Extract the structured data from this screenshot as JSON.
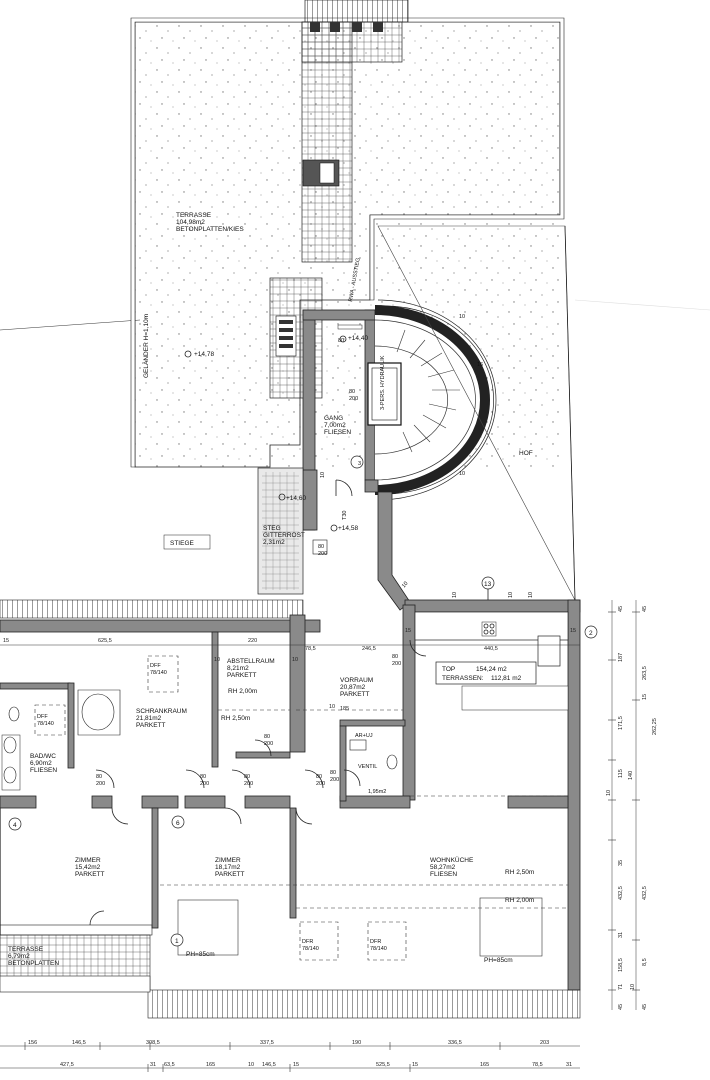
{
  "rooms": {
    "terrasse_top": {
      "name": "TERRASSE",
      "area": "104,98m2",
      "finish": "BETONPLATTEN/KIES"
    },
    "gelaender": "GELÄNDER H=1,10m",
    "ausstieg": "RWA - AUSSTIEG",
    "level_terrace": "+14,78",
    "level_gang": "+14,40",
    "level_steg": "+14,60",
    "level_steg2": "+14,58",
    "gang": {
      "name": "GANG",
      "area": "7,00m2",
      "finish": "FLIESEN"
    },
    "hydraulik": "3-PERS. HYDRAULIK",
    "hof": "HOF",
    "stiege": "STIEGE",
    "steg": {
      "name": "STEG",
      "finish": "GITTERROST",
      "area": "2,31m2"
    },
    "abstellraum": {
      "name": "ABSTELLRAUM",
      "area": "8,21m2",
      "finish": "PARKETT"
    },
    "schrankraum": {
      "name": "SCHRANKRAUM",
      "area": "21,81m2",
      "finish": "PARKETT"
    },
    "vorraum": {
      "name": "VORRAUM",
      "area": "20,87m2",
      "finish": "PARKETT"
    },
    "bad": {
      "name": "BAD/WC",
      "area": "6,90m2",
      "finish": "FLIESEN"
    },
    "zimmer1": {
      "name": "ZIMMER",
      "area": "15,42m2",
      "finish": "PARKETT"
    },
    "zimmer2": {
      "name": "ZIMMER",
      "area": "18,17m2",
      "finish": "PARKETT"
    },
    "wohnkueche": {
      "name": "WOHNKÜCHE",
      "area": "58,27m2",
      "finish": "FLIESEN"
    },
    "terrasse_small": {
      "name": "TERRASSE",
      "area": "6,79m2",
      "finish": "BETONPLATTEN"
    },
    "wc_area": "1,95m2",
    "ar_uj": "AR+UJ",
    "ventil": "VENTIL"
  },
  "top_box": {
    "top": "TOP",
    "top_area": "154,24 m2",
    "terrassen": "TERRASSEN:",
    "terrassen_area": "112,81 m2"
  },
  "heights": {
    "rh200a": "RH 2,00m",
    "rh250a": "RH 2,50m",
    "rh250b": "RH 2,50m",
    "rh200b": "RH 2,00m",
    "ph1": "PH=85cm",
    "ph2": "PH=85cm"
  },
  "windows": {
    "dff1": "DFF",
    "dfs1": "78/140",
    "dff2": "DFF",
    "dfs2": "78/140",
    "dfr1": "DFR",
    "dfrs1": "78/140",
    "dfr2": "DFR",
    "dfrs2": "78/140"
  },
  "doors": {
    "d1a": "80",
    "d1b": "200",
    "d2a": "80",
    "d2b": "200",
    "d3a": "80",
    "d3b": "200",
    "d4a": "80",
    "d4b": "200",
    "d5a": "80",
    "d5b": "200",
    "d6a": "80",
    "d6b": "200",
    "d7a": "80",
    "d7b": "200",
    "d8a": "80",
    "d8b": "200",
    "d9a": "80",
    "d9b": "200",
    "d10a": "80",
    "d10b": "200",
    "t30": "T30"
  },
  "markers": {
    "m1": "1",
    "m2": "2",
    "m3": "3",
    "m4": "4",
    "m6": "6",
    "m13": "13"
  },
  "dims_top": {
    "a": "15",
    "b": "625,5",
    "c": "10",
    "d": "220",
    "e": "10",
    "f": "78,5",
    "g": "246,5",
    "h": "15",
    "i": "440,5",
    "j": "15",
    "k": "185",
    "l": "10"
  },
  "dims_bottom1": {
    "a": "156",
    "b": "146,5",
    "c": "308,5",
    "d": "337,5",
    "e": "190",
    "f": "336,5",
    "g": "203"
  },
  "dims_bottom2": {
    "a": "427,5",
    "b": "31",
    "c": "63,5",
    "d": "165",
    "e": "10",
    "f": "146,5",
    "g": "15",
    "h": "525,5",
    "i": "15",
    "j": "165",
    "k": "78,5",
    "l": "31"
  },
  "dims_right1": {
    "a": "45",
    "b": "187",
    "c": "171,5",
    "d": "115",
    "e": "10",
    "f": "140",
    "g": "35",
    "h": "432,5",
    "i": "31",
    "j": "158,5",
    "k": "71",
    "l": "45"
  },
  "dims_right2": {
    "a": "45",
    "b": "263,5",
    "c": "15",
    "d": "262,25",
    "e": "432,5",
    "f": "8,5",
    "g": "10",
    "h": "45"
  },
  "stair_nums": {
    "s1": "10",
    "s2": "16",
    "s3": "10",
    "s4": "10",
    "s5": "10",
    "s6": "10",
    "s7": "10",
    "s8": "10"
  }
}
